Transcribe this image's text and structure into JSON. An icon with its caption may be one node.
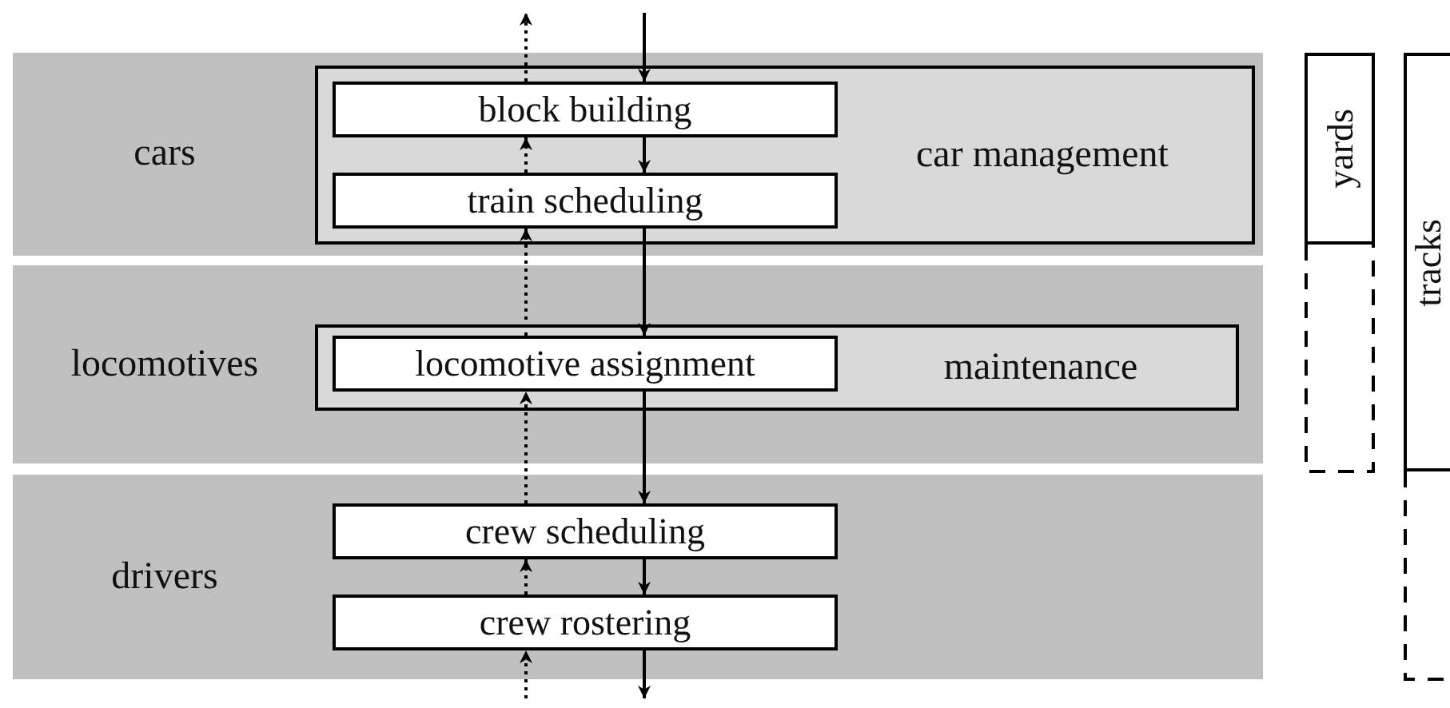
{
  "diagram": {
    "nodes": [
      {
        "text": [
          "cars"
        ]
      },
      {
        "text": [
          "car management"
        ],
        "in": 0
      },
      {
        "text": [
          "block building"
        ],
        "in": 1
      },
      {
        "text": [
          "train scheduling"
        ],
        "in": 1
      },
      {
        "text": [
          "locomotives"
        ]
      },
      {
        "text": [
          "maintenance"
        ],
        "in": 4
      },
      {
        "text": [
          "locomotive assignment"
        ],
        "in": 5
      },
      {
        "text": [
          "drivers"
        ]
      },
      {
        "text": [
          "crew scheduling"
        ],
        "in": 7
      },
      {
        "text": [
          "crew rostering"
        ],
        "in": 7
      },
      {
        "text": [
          "yards"
        ]
      },
      {
        "text": [
          "tracks"
        ]
      }
    ],
    "edges": [
      {
        "from": null,
        "to": 2,
        "arrow": "to"
      },
      {
        "from": 2,
        "to": 3,
        "arrow": "to"
      },
      {
        "from": 3,
        "to": 6,
        "arrow": "to"
      },
      {
        "from": 6,
        "to": 8,
        "arrow": "to"
      },
      {
        "from": 8,
        "to": 9,
        "arrow": "to"
      },
      {
        "from": 9,
        "to": null,
        "arrow": "to"
      },
      {
        "from": 2,
        "to": null,
        "arrow": "to",
        "style": "dashed"
      },
      {
        "from": 3,
        "to": 2,
        "arrow": "to",
        "style": "dashed"
      },
      {
        "from": 6,
        "to": 3,
        "arrow": "to",
        "style": "dashed"
      },
      {
        "from": 8,
        "to": 6,
        "arrow": "to",
        "style": "dashed"
      },
      {
        "from": 9,
        "to": 8,
        "arrow": "to",
        "style": "dashed"
      },
      {
        "from": null,
        "to": 9,
        "arrow": "to",
        "style": "dashed"
      }
    ]
  }
}
